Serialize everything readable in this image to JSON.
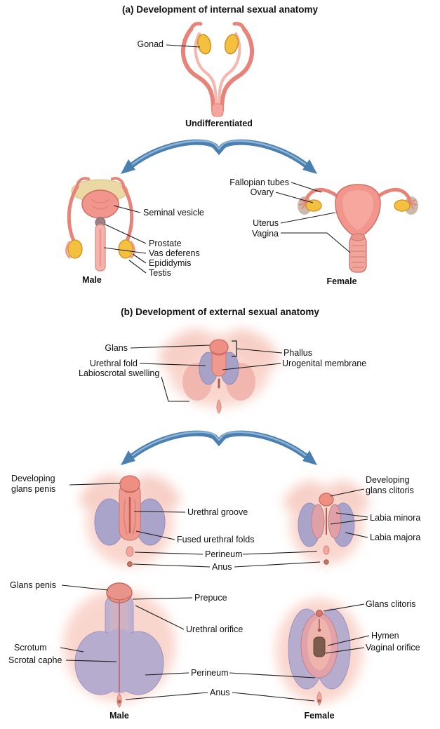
{
  "section_a": {
    "title": "(a) Development of internal sexual anatomy",
    "gonad_label": "Gonad",
    "undifferentiated_label": "Undifferentiated",
    "male": {
      "title": "Male",
      "seminal_vesicle": "Seminal vesicle",
      "prostate": "Prostate",
      "vas_deferens": "Vas deferens",
      "epididymis": "Epididymis",
      "testis": "Testis"
    },
    "female": {
      "title": "Female",
      "fallopian_tubes": "Fallopian tubes",
      "ovary": "Ovary",
      "uterus": "Uterus",
      "vagina": "Vagina"
    }
  },
  "section_b": {
    "title": "(b) Development of external sexual anatomy",
    "undifferentiated": {
      "glans": "Glans",
      "phallus": "Phallus",
      "urethral_fold": "Urethral fold",
      "urogenital_membrane": "Urogenital membrane",
      "labioscrotal_swelling": "Labioscrotal swelling"
    },
    "developing": {
      "developing_glans_penis": "Developing glans penis",
      "urethral_groove": "Urethral groove",
      "fused_urethral_folds": "Fused urethral folds",
      "perineum": "Perineum",
      "anus": "Anus",
      "developing_glans_clitoris": "Developing glans clitoris",
      "labia_minora": "Labia minora",
      "labia_majora": "Labia majora"
    },
    "mature": {
      "glans_penis": "Glans penis",
      "prepuce": "Prepuce",
      "urethral_orifice": "Urethral orifice",
      "scrotum": "Scrotum",
      "scrotal_raphe": "Scrotal caphe",
      "perineum": "Perineum",
      "anus": "Anus",
      "glans_clitoris": "Glans clitoris",
      "hymen": "Hymen",
      "vaginal_orifice": "Vaginal orifice",
      "male_title": "Male",
      "female_title": "Female"
    }
  },
  "colors": {
    "tissue_pink": "#f2958c",
    "tissue_glow": "#f9d6cd",
    "gonad_yellow": "#f3c03f",
    "fold_purple": "#aaa4ca",
    "arrow_blue": "#4a7fb0",
    "leader_line": "#1a1a1a"
  }
}
